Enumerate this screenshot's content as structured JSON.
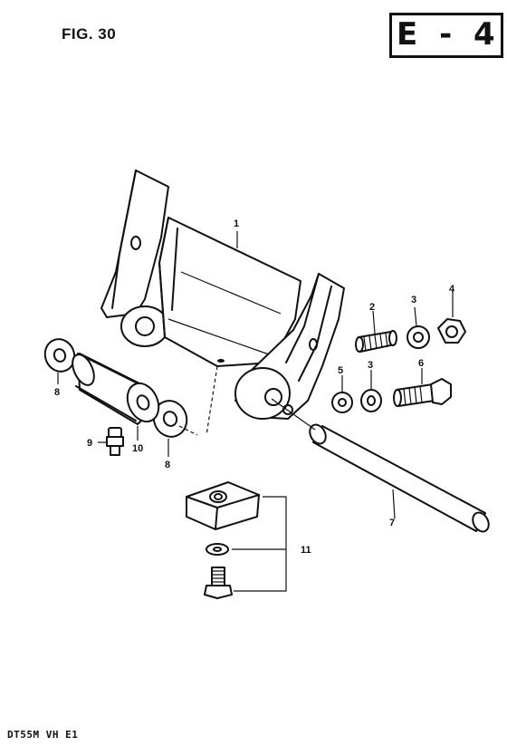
{
  "header": {
    "figure_label": "FIG. 30",
    "section_code": "E - 4"
  },
  "footer": {
    "model_code": "DT55M VH E1"
  },
  "callouts": {
    "c1": "1",
    "c2": "2",
    "c3a": "3",
    "c3b": "3",
    "c4": "4",
    "c5": "5",
    "c6": "6",
    "c7": "7",
    "c8a": "8",
    "c8b": "8",
    "c9": "9",
    "c10": "10",
    "c11": "11"
  }
}
